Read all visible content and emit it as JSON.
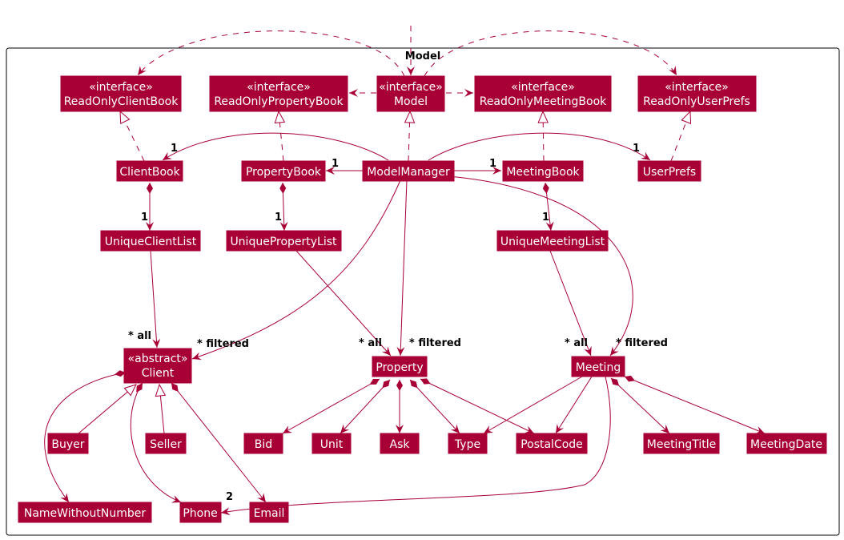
{
  "package": {
    "name": "Model"
  },
  "classes": {
    "readonly_client_book": {
      "stereotype": "«interface»",
      "name": "ReadOnlyClientBook"
    },
    "readonly_property_book": {
      "stereotype": "«interface»",
      "name": "ReadOnlyPropertyBook"
    },
    "model": {
      "stereotype": "«interface»",
      "name": "Model"
    },
    "readonly_meeting_book": {
      "stereotype": "«interface»",
      "name": "ReadOnlyMeetingBook"
    },
    "readonly_user_prefs": {
      "stereotype": "«interface»",
      "name": "ReadOnlyUserPrefs"
    },
    "client_book": {
      "name": "ClientBook"
    },
    "property_book": {
      "name": "PropertyBook"
    },
    "model_manager": {
      "name": "ModelManager"
    },
    "meeting_book": {
      "name": "MeetingBook"
    },
    "user_prefs": {
      "name": "UserPrefs"
    },
    "unique_client_list": {
      "name": "UniqueClientList"
    },
    "unique_property_list": {
      "name": "UniquePropertyList"
    },
    "unique_meeting_list": {
      "name": "UniqueMeetingList"
    },
    "client": {
      "stereotype": "«abstract»",
      "name": "Client"
    },
    "property": {
      "name": "Property"
    },
    "meeting": {
      "name": "Meeting"
    },
    "buyer": {
      "name": "Buyer"
    },
    "seller": {
      "name": "Seller"
    },
    "bid": {
      "name": "Bid"
    },
    "unit": {
      "name": "Unit"
    },
    "ask": {
      "name": "Ask"
    },
    "type": {
      "name": "Type"
    },
    "postal_code": {
      "name": "PostalCode"
    },
    "meeting_title": {
      "name": "MeetingTitle"
    },
    "meeting_date": {
      "name": "MeetingDate"
    },
    "name_without_number": {
      "name": "NameWithoutNumber"
    },
    "phone": {
      "name": "Phone"
    },
    "email": {
      "name": "Email"
    }
  },
  "labels": {
    "client_book_mult": "1",
    "property_book_mult": "1",
    "meeting_book_mult": "1",
    "user_prefs_mult": "1",
    "unique_client_list_mult": "1",
    "unique_property_list_mult": "1",
    "unique_meeting_list_mult": "1",
    "client_all": "* all",
    "client_filtered": "* filtered",
    "property_all": "* all",
    "property_filtered": "* filtered",
    "meeting_all": "* all",
    "meeting_filtered": "* filtered",
    "phone_mult": "2"
  },
  "colors": {
    "class_fill": "#a80036",
    "class_text": "#ffffff",
    "edge": "#a80036"
  }
}
